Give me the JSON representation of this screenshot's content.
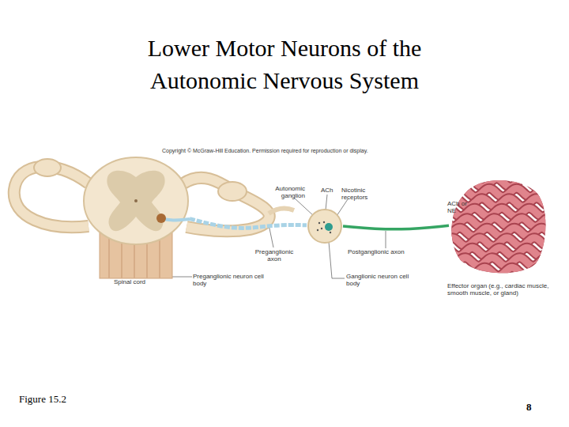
{
  "diagram": {
    "title": "Lower Motor Neurons of the Autonomic Nervous System",
    "caption": "Figure 15.2",
    "nodes": [
      {
        "text": [
          "Spinal cord"
        ]
      },
      {
        "text": [
          "Autonomic ganglion"
        ]
      },
      {
        "text": [
          "Effector organ (e.g., cardiac muscle, smooth muscle, or gland)"
        ]
      }
    ],
    "edges": [
      {
        "from": 0,
        "to": 1,
        "label": "Preganglionic axon",
        "arrow": "none"
      },
      {
        "from": 1,
        "to": 2,
        "label": "Postganglionic axon",
        "arrow": "none"
      }
    ],
    "labels": [
      "Copyright © McGraw-Hill Education. Permission required for reproduction or display.",
      "ACh",
      "Nicotinic receptors",
      "ACh or NE",
      "Preganglionic neuron cell body",
      "Ganglionic neuron cell body",
      "8"
    ]
  }
}
